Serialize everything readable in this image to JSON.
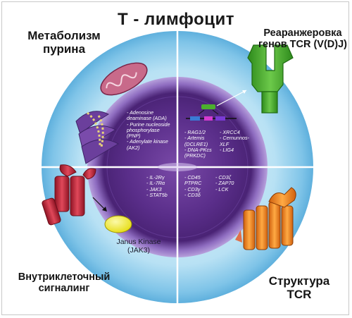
{
  "title": "T - лимфоцит",
  "quadrants": {
    "top_left": {
      "label_lines": [
        "Метаболизм",
        "пурина"
      ],
      "genes": [
        "- Adenosine",
        "deaminase (ADA)",
        "- Purine nucleoside",
        "phosphorylase",
        "(PNP)",
        "- Adenylate kinase",
        "(AK2)"
      ]
    },
    "top_right": {
      "label_lines": [
        "Реаранжеровка",
        "генов TCR (V(D)J)"
      ],
      "genes_left": [
        "- RAG1/2",
        "- Artemis",
        "(DCLRE1)",
        "- DNA-PKcs",
        "(PRKDC)"
      ],
      "genes_right": [
        "- XRCC4",
        "- Cernunnos-",
        "XLF",
        "- LIG4"
      ]
    },
    "bottom_left": {
      "label_lines": [
        "Внутриклеточный",
        "сигналинг"
      ],
      "genes": [
        "- IL-2Rγ",
        "- IL-7Rα",
        "- JAK3",
        "- STAT5b"
      ],
      "kinase_lines": [
        "Janus Kinase",
        "(JAK3)"
      ]
    },
    "bottom_right": {
      "label_lines": [
        "Структура",
        "TCR"
      ],
      "genes_left": [
        "- CD45",
        "PTPRC",
        "- CD3γ",
        "- CD3δ"
      ],
      "genes_right": [
        "- CD3ζ",
        "- ZAP70",
        "- LCK"
      ]
    }
  },
  "colors": {
    "outer_cell": "#9fd3ef",
    "nucleus": "#5b2f8c",
    "receptor_green": "#4caf2e",
    "receptor_red": "#c8283c",
    "receptor_orange": "#f2801e",
    "jak_yellow": "#f4ee3a"
  }
}
